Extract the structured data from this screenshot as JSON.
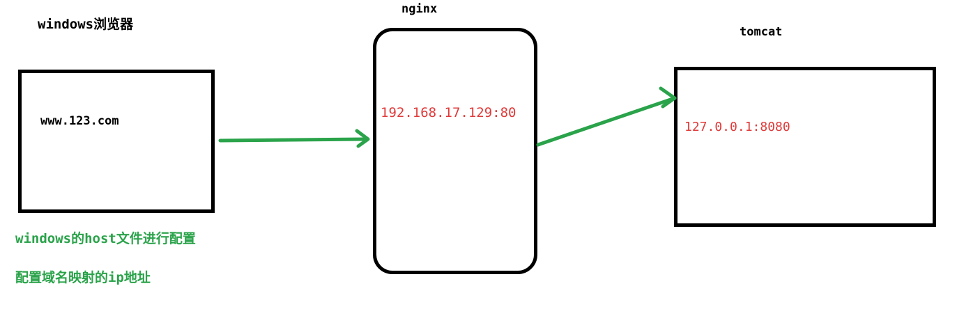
{
  "browser": {
    "title": "windows浏览器",
    "url": "www.123.com"
  },
  "nginx": {
    "title": "nginx",
    "address": "192.168.17.129:80"
  },
  "tomcat": {
    "title": "tomcat",
    "address": "127.0.0.1:8080"
  },
  "notes": {
    "line1": "windows的host文件进行配置",
    "line2": "配置域名映射的ip地址"
  },
  "colors": {
    "arrow": "#2aa34a",
    "address_text": "#e03a3a",
    "note_text": "#2aa34a",
    "box_border": "#000000"
  }
}
